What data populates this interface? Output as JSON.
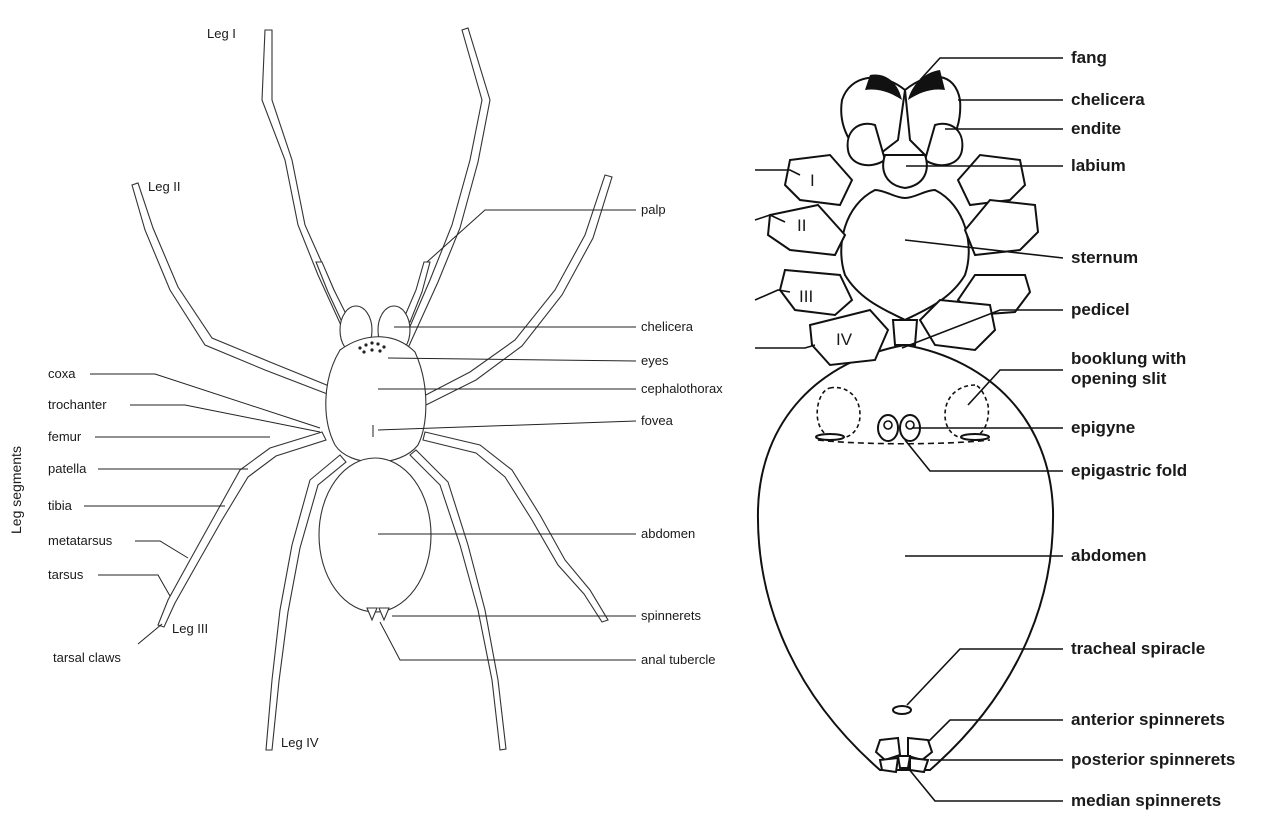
{
  "left_diagram": {
    "vertical_label": "Leg segments",
    "leg_labels": {
      "leg1": "Leg I",
      "leg2": "Leg II",
      "leg3": "Leg III",
      "leg4": "Leg IV"
    },
    "segment_labels": [
      "coxa",
      "trochanter",
      "femur",
      "patella",
      "tibia",
      "metatarsus",
      "tarsus",
      "tarsal claws"
    ],
    "body_labels": [
      "palp",
      "chelicera",
      "eyes",
      "cephalothorax",
      "fovea",
      "abdomen",
      "spinnerets",
      "anal tubercle"
    ]
  },
  "right_diagram": {
    "leg_roman_labels": [
      "I",
      "II",
      "III",
      "IV"
    ],
    "labels": [
      "fang",
      "chelicera",
      "endite",
      "labium",
      "sternum",
      "pedicel",
      "booklung with",
      "opening slit",
      "epigyne",
      "epigastric fold",
      "abdomen",
      "tracheal spiracle",
      "anterior spinnerets",
      "posterior spinnerets",
      "median spinnerets"
    ]
  }
}
